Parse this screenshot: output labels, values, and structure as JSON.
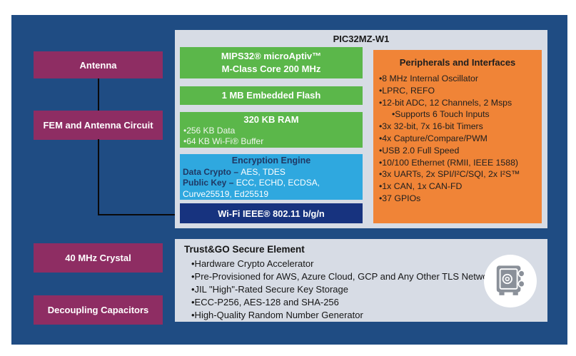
{
  "chip_panel": {
    "title": "PIC32MZ-W1",
    "mips_line1": "MIPS32® microAptiv™",
    "mips_line2": "M-Class Core 200 MHz",
    "flash": "1 MB Embedded Flash",
    "ram": {
      "title": "320 KB RAM",
      "items": [
        "•256 KB Data",
        "•64 KB Wi-Fi® Buffer"
      ]
    },
    "encryption": {
      "title": "Encryption Engine",
      "row1_label": "Data Crypto – ",
      "row1_value": "AES, TDES",
      "row2_label": "Public Key – ",
      "row2_value": "ECC, ECHD, ECDSA,  Curve25519, Ed25519"
    },
    "wifi": "Wi-Fi IEEE® 802.11 b/g/n",
    "peripherals": {
      "title": "Peripherals and Interfaces",
      "items": [
        "•8 MHz Internal Oscillator",
        "•LPRC, REFO",
        "•12-bit ADC, 12 Channels, 2 Msps",
        "•Supports 6 Touch Inputs",
        "•3x 32-bit, 7x 16-bit Timers",
        "•4x Capture/Compare/PWM",
        "•USB 2.0 Full Speed",
        "•10/100 Ethernet (RMII, IEEE 1588)",
        "•3x UARTs, 2x SPI/I²C/SQI, 2x I²S™",
        "•1x CAN, 1x CAN-FD",
        "•37 GPIOs"
      ]
    }
  },
  "left_blocks": {
    "antenna": "Antenna",
    "fem": "FEM and Antenna Circuit",
    "crystal": "40 MHz Crystal",
    "decoupling": "Decoupling Capacitors"
  },
  "secure_element": {
    "title": "Trust&GO Secure Element",
    "items": [
      "•Hardware Crypto Accelerator",
      "•Pre-Provisioned for AWS, Azure Cloud, GCP and Any Other TLS Networks",
      "•JIL \"High\"-Rated Secure Key Storage",
      "•ECC-P256, AES-128 and SHA-256",
      "•High-Quality Random Number Generator"
    ],
    "icon": "safe-icon"
  },
  "colors": {
    "frame_blue": "#1F4C83",
    "block_purple": "#8E2D63",
    "block_green": "#5BB74A",
    "block_cyan": "#2FA8DF",
    "block_navy": "#17337F",
    "block_orange": "#F08437",
    "panel_gray": "#D7DCE5",
    "encryption_label_navy": "#1F3864"
  }
}
